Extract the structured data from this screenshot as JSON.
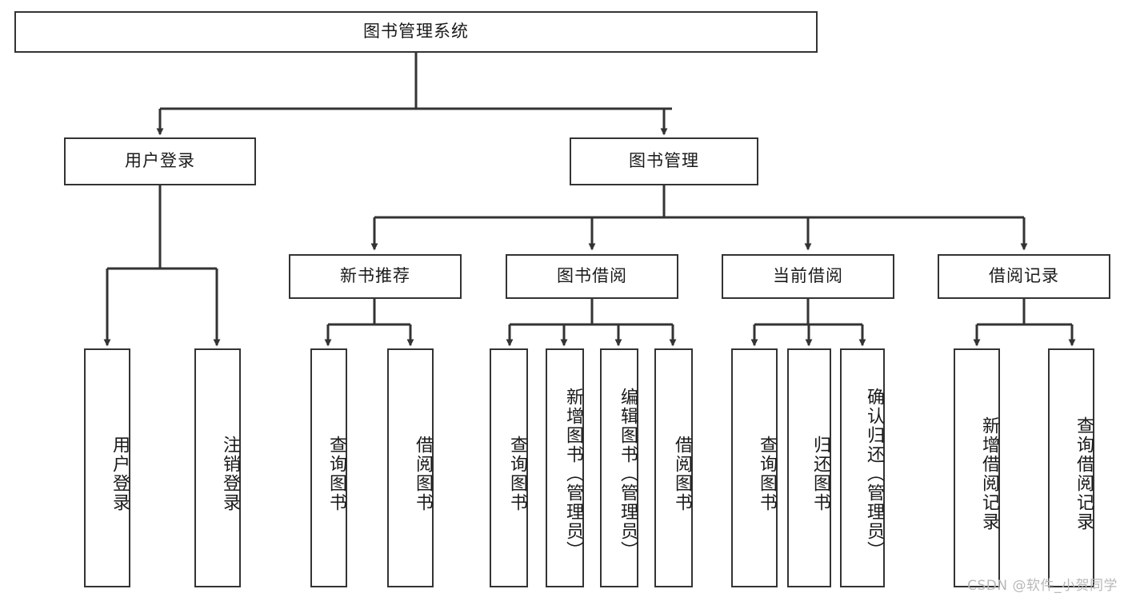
{
  "diagram": {
    "title": "图书管理系统",
    "type": "function-structure-tree",
    "colors": {
      "stroke": "#333333",
      "fill": "#ffffff",
      "text": "#1a1a1a",
      "watermark": "#b8b8b8"
    },
    "root": {
      "label": "图书管理系统"
    },
    "level2": [
      {
        "label": "用户登录"
      },
      {
        "label": "图书管理"
      }
    ],
    "level3": [
      {
        "label": "新书推荐"
      },
      {
        "label": "图书借阅"
      },
      {
        "label": "当前借阅"
      },
      {
        "label": "借阅记录"
      }
    ],
    "leaves": {
      "user_login": [
        {
          "label": "用户登录"
        },
        {
          "label": "注销登录"
        }
      ],
      "new_book_recommend": [
        {
          "label": "查询图书"
        },
        {
          "label": "借阅图书"
        }
      ],
      "book_borrow": [
        {
          "label": "查询图书"
        },
        {
          "label": "新增图书（管理员）"
        },
        {
          "label": "编辑图书（管理员）"
        },
        {
          "label": "借阅图书"
        }
      ],
      "current_borrow": [
        {
          "label": "查询图书"
        },
        {
          "label": "归还图书"
        },
        {
          "label": "确认归还（管理员）"
        }
      ],
      "borrow_record": [
        {
          "label": "新增借阅记录"
        },
        {
          "label": "查询借阅记录"
        }
      ]
    }
  },
  "watermark": {
    "text": "CSDN @软件_小贺同学"
  }
}
